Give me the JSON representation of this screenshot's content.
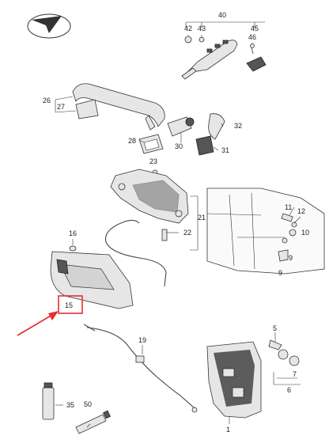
{
  "highlight_color": "#e53030",
  "labels": {
    "l40": "40",
    "l42": "42",
    "l43": "43",
    "l45": "45",
    "l46": "46",
    "l26": "26",
    "l27": "27",
    "l28": "28",
    "l30": "30",
    "l31": "31",
    "l32": "32",
    "l23": "23",
    "l21": "21",
    "l22": "22",
    "l16": "16",
    "l15": "15",
    "l11": "11",
    "l12": "12",
    "l10": "10",
    "l9a": "9",
    "l9b": "9",
    "l19": "19",
    "l5": "5",
    "l7": "7",
    "l6": "6",
    "l1": "1",
    "l35": "35",
    "l50": "50"
  }
}
